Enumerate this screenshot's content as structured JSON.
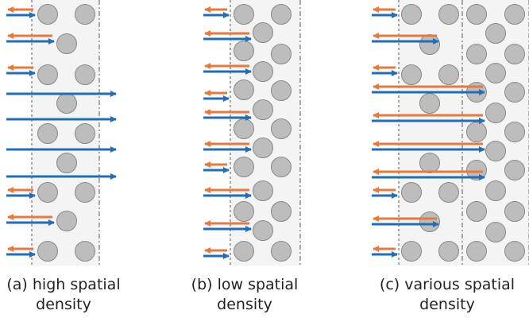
{
  "colors": {
    "blue": "#1f6fb8",
    "orange": "#e8793a",
    "circle_fill": "#bdbdbd",
    "circle_stroke": "#8a8a8a",
    "panel_fill": "#f4f4f4",
    "boundary": "#555555"
  },
  "panels": [
    {
      "id": "a",
      "caption_line1": "(a) high spatial",
      "caption_line2": "density",
      "circle_columns": 2,
      "arrows": [
        {
          "row": 1,
          "blue": "short",
          "orange": "short"
        },
        {
          "row": 2,
          "blue": "medium",
          "orange": "medium"
        },
        {
          "row": 3,
          "blue": "short",
          "orange": "short"
        },
        {
          "row": 4,
          "blue": "long",
          "orange": "none"
        },
        {
          "row": 5,
          "blue": "long",
          "orange": "none"
        },
        {
          "row": 6,
          "blue": "long",
          "orange": "none"
        },
        {
          "row": 7,
          "blue": "long",
          "orange": "none"
        },
        {
          "row": 8,
          "blue": "short",
          "orange": "short"
        },
        {
          "row": 9,
          "blue": "medium",
          "orange": "medium"
        },
        {
          "row": 10,
          "blue": "short",
          "orange": "short"
        }
      ]
    },
    {
      "id": "b",
      "caption_line1": "(b) low spatial",
      "caption_line2": "density",
      "circle_columns": 2,
      "arrows": [
        {
          "row": 1,
          "blue": "short",
          "orange": "short"
        },
        {
          "row": 2,
          "blue": "medium",
          "orange": "medium"
        },
        {
          "row": 3,
          "blue": "medium",
          "orange": "medium"
        },
        {
          "row": 4,
          "blue": "short",
          "orange": "short"
        },
        {
          "row": 5,
          "blue": "medium",
          "orange": "medium"
        },
        {
          "row": 6,
          "blue": "medium",
          "orange": "medium"
        },
        {
          "row": 7,
          "blue": "short",
          "orange": "short"
        },
        {
          "row": 8,
          "blue": "medium",
          "orange": "medium"
        },
        {
          "row": 9,
          "blue": "medium",
          "orange": "medium"
        },
        {
          "row": 10,
          "blue": "short",
          "orange": "short"
        }
      ]
    },
    {
      "id": "c",
      "caption_line1": "(c) various spatial",
      "caption_line2": "density",
      "circle_columns": 4,
      "arrows": [
        {
          "row": 1,
          "blue": "short",
          "orange": "short"
        },
        {
          "row": 2,
          "blue": "medium",
          "orange": "medium"
        },
        {
          "row": 3,
          "blue": "short",
          "orange": "short"
        },
        {
          "row": 4,
          "blue": "long",
          "orange": "long"
        },
        {
          "row": 5,
          "blue": "long",
          "orange": "long"
        },
        {
          "row": 6,
          "blue": "long",
          "orange": "long"
        },
        {
          "row": 7,
          "blue": "long",
          "orange": "long"
        },
        {
          "row": 8,
          "blue": "short",
          "orange": "short"
        },
        {
          "row": 9,
          "blue": "medium",
          "orange": "medium"
        },
        {
          "row": 10,
          "blue": "short",
          "orange": "short"
        }
      ]
    }
  ]
}
